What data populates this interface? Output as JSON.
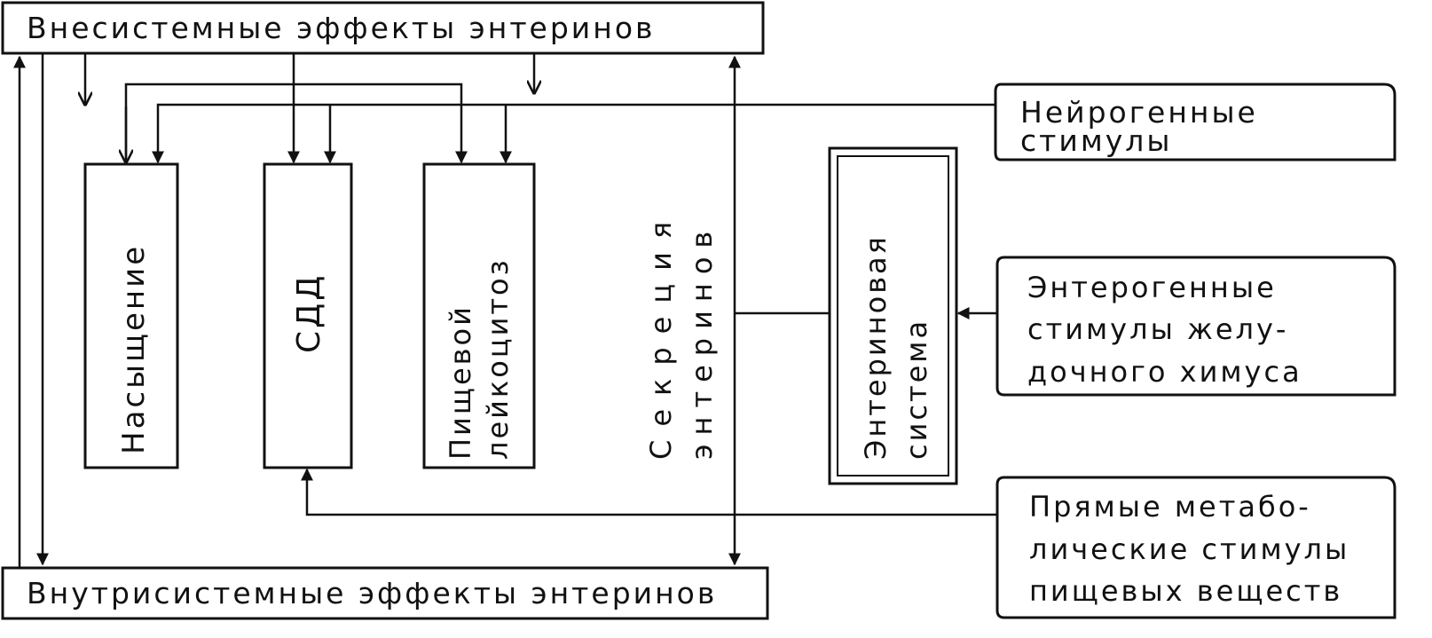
{
  "boxes": {
    "top_effects": "Внесистемные эффекты энтеринов",
    "bottom_effects": "Внутрисистемные эффекты энтеринов",
    "satiety": "Насыщение",
    "sdd": "СДД",
    "leukocytosis_line1": "Пищевой",
    "leukocytosis_line2": "лейкоцитоз",
    "secretion_line1": "Секреция",
    "secretion_line2": "энтеринов",
    "enterin_system_line1": "Энтериновая",
    "enterin_system_line2": "система",
    "neurogenic_line1": "Нейрогенные",
    "neurogenic_line2": "стимулы",
    "enterogenic_line1": "Энтерогенные",
    "enterogenic_line2": "стимулы желу-",
    "enterogenic_line3": "дочного химуса",
    "metabolic_line1": "Прямые метабо-",
    "metabolic_line2": "лические стимулы",
    "metabolic_line3": "пищевых веществ"
  }
}
